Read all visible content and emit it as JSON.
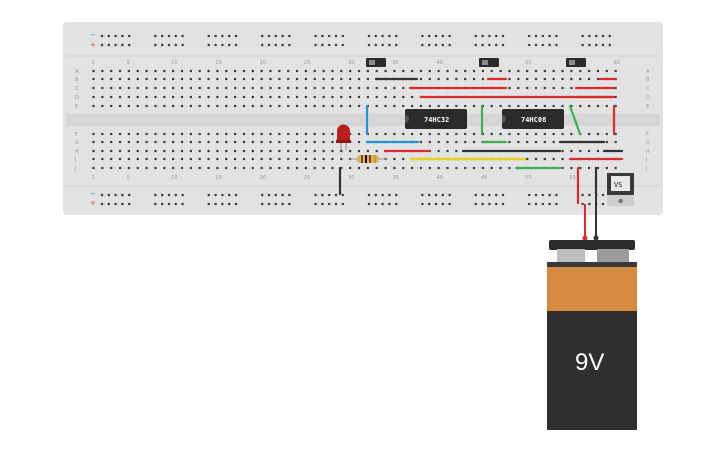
{
  "breadboard": {
    "column_numbers": [
      "1",
      "5",
      "10",
      "15",
      "20",
      "25",
      "30",
      "35",
      "40",
      "45",
      "50",
      "55",
      "60"
    ],
    "row_letters_top": [
      "A",
      "B",
      "C",
      "D",
      "E"
    ],
    "row_letters_bottom": [
      "F",
      "G",
      "H",
      "I",
      "J"
    ],
    "rail_minus": "−",
    "rail_plus": "+"
  },
  "chips": [
    {
      "label": "74HC32"
    },
    {
      "label": "74HC08"
    }
  ],
  "regulator": {
    "label": "VS"
  },
  "battery": {
    "label": "9V"
  },
  "colors": {
    "board": "#e3e3e3",
    "hole": "#3c3c3c",
    "wire_red": "#e02a2a",
    "wire_black": "#333333",
    "wire_blue": "#1e93d8",
    "wire_green": "#3db24a",
    "wire_yellow": "#e8d21e",
    "led": "#b82020",
    "battery_body": "#2f2f2f",
    "battery_label": "#d48a3f"
  }
}
